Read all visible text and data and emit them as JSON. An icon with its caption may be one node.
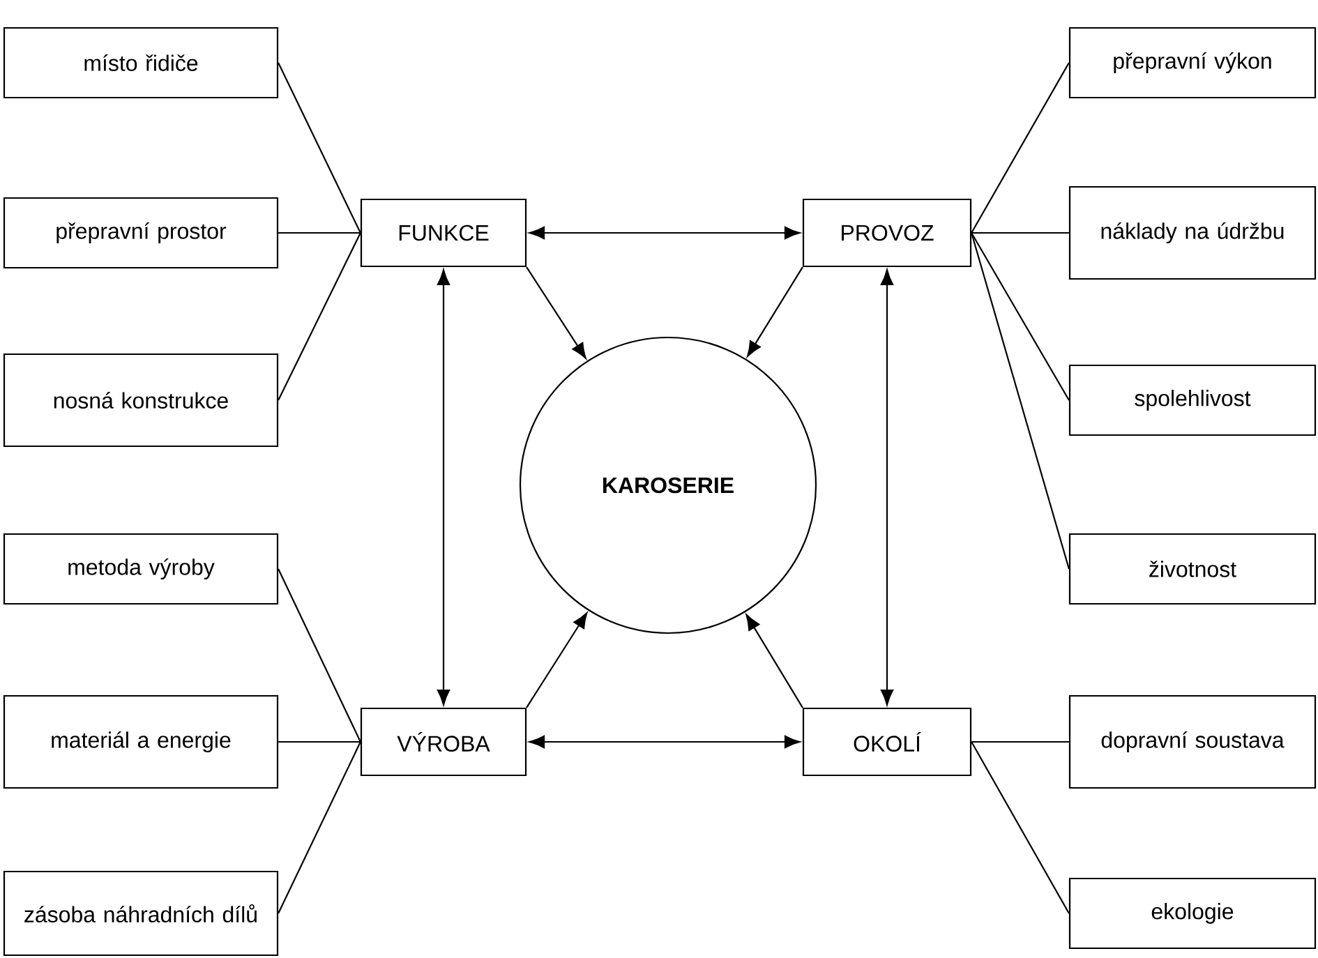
{
  "diagram": {
    "nodes": [
      {
        "text": [
          "KAROSERIE"
        ]
      },
      {
        "text": [
          "FUNKCE"
        ]
      },
      {
        "text": [
          "PROVOZ"
        ]
      },
      {
        "text": [
          "VÝROBA"
        ]
      },
      {
        "text": [
          "OKOLÍ"
        ]
      },
      {
        "text": [
          "místo řidiče"
        ]
      },
      {
        "text": [
          "přepravní prostor"
        ]
      },
      {
        "text": [
          "nosná konstrukce"
        ]
      },
      {
        "text": [
          "metoda výroby"
        ]
      },
      {
        "text": [
          "materiál a energie"
        ]
      },
      {
        "text": [
          "zásoba náhradních dílů"
        ]
      },
      {
        "text": [
          "přepravní výkon"
        ]
      },
      {
        "text": [
          "náklady na údržbu"
        ]
      },
      {
        "text": [
          "spolehlivost"
        ]
      },
      {
        "text": [
          "životnost"
        ]
      },
      {
        "text": [
          "dopravní soustava"
        ]
      },
      {
        "text": [
          "ekologie"
        ]
      }
    ],
    "edges": [
      {
        "from": 5,
        "to": 1,
        "arrow": "none"
      },
      {
        "from": 6,
        "to": 1,
        "arrow": "none"
      },
      {
        "from": 7,
        "to": 1,
        "arrow": "none"
      },
      {
        "from": 8,
        "to": 3,
        "arrow": "none"
      },
      {
        "from": 9,
        "to": 3,
        "arrow": "none"
      },
      {
        "from": 10,
        "to": 3,
        "arrow": "none"
      },
      {
        "from": 11,
        "to": 2,
        "arrow": "none"
      },
      {
        "from": 12,
        "to": 2,
        "arrow": "none"
      },
      {
        "from": 13,
        "to": 2,
        "arrow": "none"
      },
      {
        "from": 14,
        "to": 2,
        "arrow": "none"
      },
      {
        "from": 15,
        "to": 4,
        "arrow": "none"
      },
      {
        "from": 16,
        "to": 4,
        "arrow": "none"
      },
      {
        "from": 1,
        "to": 2,
        "arrow": "both"
      },
      {
        "from": 1,
        "to": 3,
        "arrow": "both"
      },
      {
        "from": 2,
        "to": 4,
        "arrow": "both"
      },
      {
        "from": 3,
        "to": 4,
        "arrow": "both"
      },
      {
        "from": 1,
        "to": 0,
        "arrow": "to"
      },
      {
        "from": 2,
        "to": 0,
        "arrow": "to"
      },
      {
        "from": 3,
        "to": 0,
        "arrow": "to"
      },
      {
        "from": 4,
        "to": 0,
        "arrow": "to"
      }
    ]
  }
}
